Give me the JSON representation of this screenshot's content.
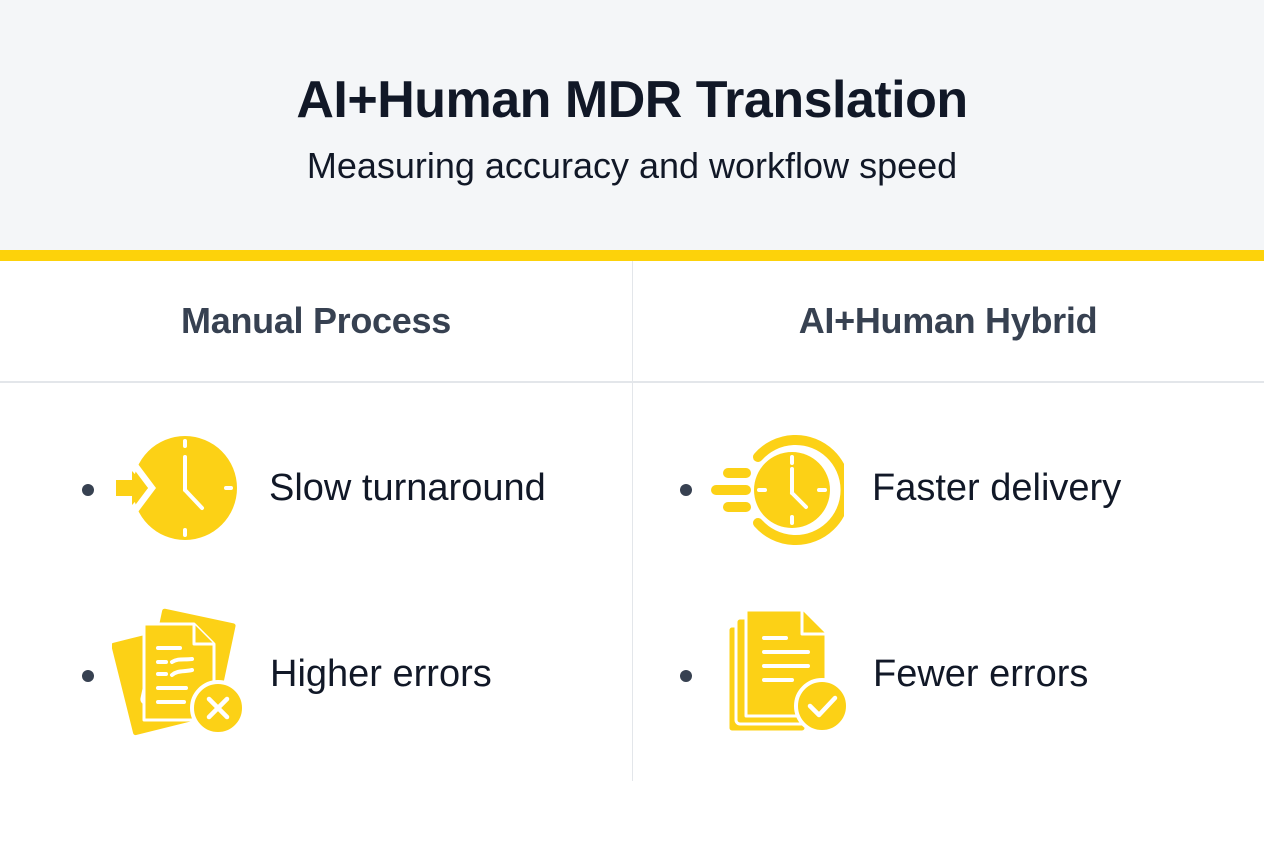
{
  "header": {
    "title": "AI+Human MDR Translation",
    "subtitle": "Measuring accuracy and workflow speed"
  },
  "colors": {
    "accent": "#fdd20a",
    "icon_fill": "#fcd116",
    "heading_text": "#374151",
    "header_bg": "#f4f6f8",
    "divider": "#e3e6ea"
  },
  "columns": [
    {
      "heading": "Manual Process",
      "items": [
        {
          "icon": "clock-arrow-icon",
          "label": "Slow turnaround"
        },
        {
          "icon": "documents-x-icon",
          "label": "Higher errors"
        }
      ]
    },
    {
      "heading": "AI+Human Hybrid",
      "items": [
        {
          "icon": "fast-clock-icon",
          "label": "Faster delivery"
        },
        {
          "icon": "documents-check-icon",
          "label": "Fewer errors"
        }
      ]
    }
  ]
}
